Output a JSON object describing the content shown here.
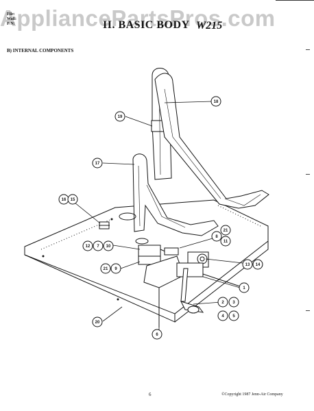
{
  "header": {
    "watermark": "AppliancePartsPros.com",
    "title": "II. BASIC BODY",
    "model": "W215",
    "meta_lines": [
      "File:",
      "Wall:",
      "P/N:"
    ]
  },
  "section": {
    "label": "B) INTERNAL COMPONENTS"
  },
  "callouts": [
    "19",
    "18",
    "17",
    "16",
    "15",
    "12",
    "7",
    "10",
    "8",
    "21",
    "11",
    "21",
    "9",
    "13",
    "14",
    "1",
    "2",
    "3",
    "4",
    "5",
    "20",
    "6"
  ],
  "footer": {
    "page_number": "6",
    "copyright": "©Copyright 1987 Jenn-Air Company"
  }
}
